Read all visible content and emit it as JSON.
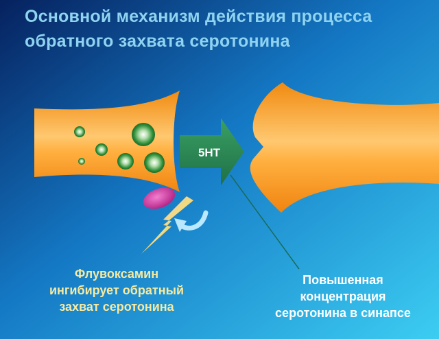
{
  "title": {
    "line1": "Основной механизм действия процесса",
    "line2": "обратного захвата серотонина"
  },
  "arrow": {
    "label": "5HT"
  },
  "left_caption": {
    "lines": [
      "Флувоксамин",
      "ингибирует обратный",
      "захват серотонина"
    ]
  },
  "right_caption": {
    "lines": [
      "Повышенная",
      "концентрация",
      "серотонина в синапсе"
    ]
  },
  "colors": {
    "background_top": "#0a2a6e",
    "background_mid": "#1a86cc",
    "background_bottom": "#36c2ee",
    "neuron": "#ff9a1f",
    "neuron_highlight": "#ffd080",
    "vesicle": "#2e9a3a",
    "arrow": "#2a8a5a",
    "transporter": "#d63aa0",
    "title_text": "#8fd3f0",
    "left_caption_text": "#f7eaa0",
    "right_caption_text": "#ffffff"
  },
  "icons": [
    "lightning-bolt-icon",
    "curved-arrow-icon"
  ]
}
